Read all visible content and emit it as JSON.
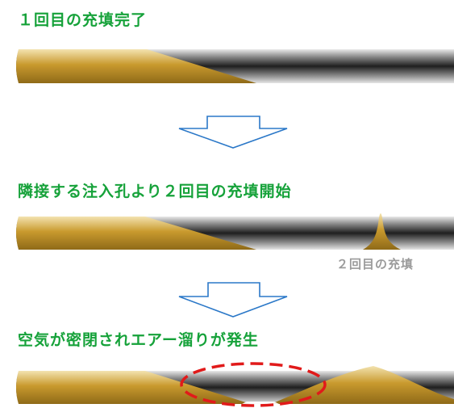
{
  "steps": [
    {
      "label": "１回目の充填完了"
    },
    {
      "label": "隣接する注入孔より２回目の充填開始"
    },
    {
      "label": "空気が密閉されエアー溜りが発生"
    }
  ],
  "annotation": {
    "second_fill_label": "２回目の充填"
  },
  "colors": {
    "heading_text": "#16a23a",
    "grout_fill": "#c9a13a",
    "pipe_dark": "#2a2a2a",
    "arrow_outline": "#2b78c8",
    "air_pocket_outline": "#e11a1a",
    "caption_text": "#9b9b9b"
  }
}
